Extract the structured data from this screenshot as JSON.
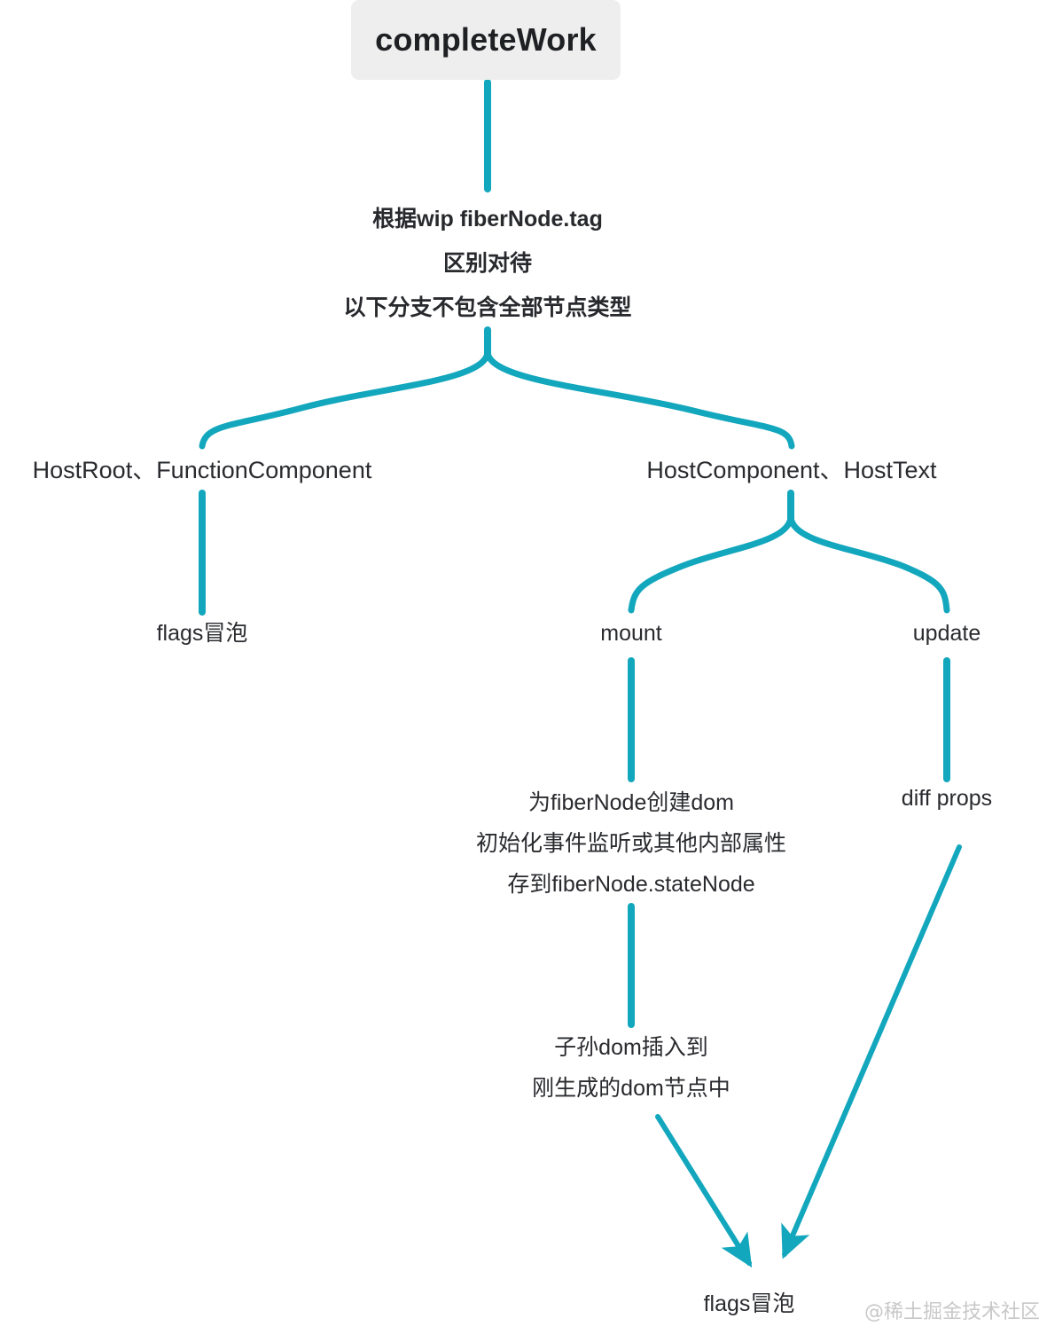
{
  "diagram": {
    "title": "completeWork",
    "accent_color": "#13a7bd",
    "box_background": "#eeeeee",
    "text_color": "#2a2b2f",
    "root": {
      "label": "completeWork"
    },
    "root_description": {
      "line1": "根据wip fiberNode.tag",
      "line2": "区别对待",
      "line3": "以下分支不包含全部节点类型"
    },
    "branches": {
      "left": {
        "label": "HostRoot、FunctionComponent",
        "child": "flags冒泡"
      },
      "right": {
        "label": "HostComponent、HostText",
        "children": {
          "mount": {
            "label": "mount",
            "detail": {
              "line1": "为fiberNode创建dom",
              "line2": "初始化事件监听或其他内部属性",
              "line3": "存到fiberNode.stateNode"
            },
            "detail2": {
              "line1": "子孙dom插入到",
              "line2": "刚生成的dom节点中"
            }
          },
          "update": {
            "label": "update",
            "detail": "diff props"
          }
        }
      }
    },
    "terminal": {
      "label": "flags冒泡"
    },
    "watermark": "@稀土掘金技术社区"
  }
}
